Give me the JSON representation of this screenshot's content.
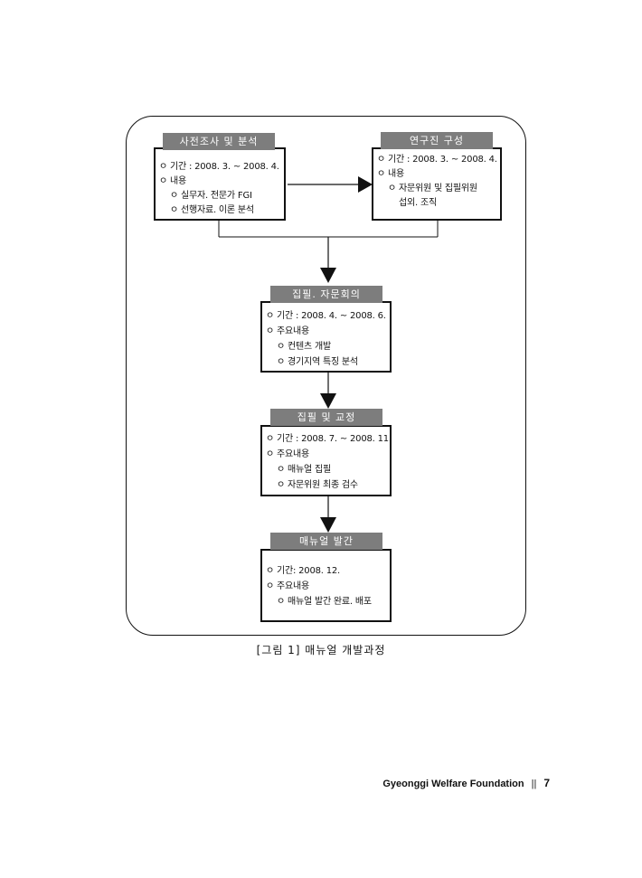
{
  "boxes": {
    "research": {
      "title": "사전조사 및 분석",
      "lines": [
        "ㅇ 기간 : 2008. 3. ~ 2008. 4.",
        "ㅇ 내용",
        "ㅇ 실무자. 전문가 FGI",
        "ㅇ 선행자료. 이론 분석"
      ]
    },
    "team": {
      "title": "연구진 구성",
      "lines": [
        "ㅇ 기간 : 2008. 3. ~ 2008. 4.",
        "ㅇ 내용",
        "ㅇ 자문위원 및 집필위원",
        "섭외. 조직"
      ]
    },
    "writing": {
      "title": "집필. 자문회의",
      "lines": [
        "ㅇ 기간 : 2008. 4. ~ 2008. 6.",
        "ㅇ 주요내용",
        "ㅇ 컨텐츠 개발",
        "ㅇ 경기지역 특징 분석"
      ]
    },
    "editing": {
      "title": "집필 및 교정",
      "lines": [
        "ㅇ 기간 : 2008. 7. ~ 2008. 11.",
        "ㅇ 주요내용",
        "ㅇ 매뉴얼 집필",
        "ㅇ 자문위원 최종 검수"
      ]
    },
    "publish": {
      "title": "매뉴얼 발간",
      "lines": [
        "ㅇ 기간: 2008. 12.",
        "ㅇ 주요내용",
        "ㅇ 매뉴얼 발간 완료. 배포"
      ]
    }
  },
  "caption": "[그림 1] 매뉴얼 개발과정",
  "footer": {
    "org": "Gyeonggi Welfare Foundation",
    "separator": "||",
    "page": "7"
  }
}
